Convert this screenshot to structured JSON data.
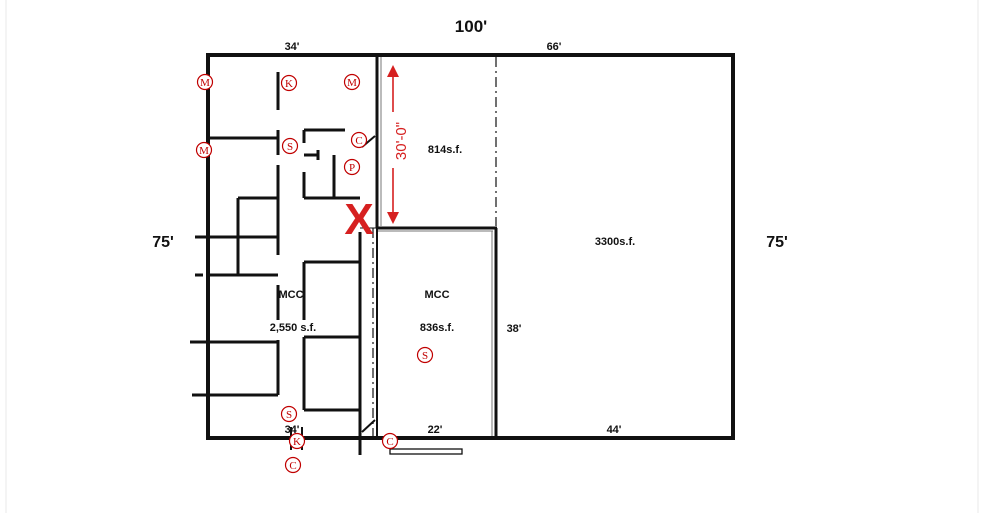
{
  "dimensions": {
    "overall_width": "100'",
    "overall_height": "75'",
    "top_left_width": "34'",
    "top_right_width": "66'",
    "bottom_left_width": "34'",
    "bottom_mid_width": "22'",
    "bottom_right_width": "44'",
    "mcc_depth": "38'",
    "vertical_arrow": "30'-0\""
  },
  "rooms": {
    "upper_middle": {
      "area": "814s.f."
    },
    "mcc_room": {
      "name": "MCC",
      "area": "836s.f."
    },
    "right_bay": {
      "area": "3300s.f."
    },
    "left_office": {
      "name": "MCC",
      "area": "2,550 s.f."
    }
  },
  "marker_x": "X",
  "symbols": [
    {
      "id": "m1",
      "letter": "M"
    },
    {
      "id": "m2",
      "letter": "M"
    },
    {
      "id": "m3",
      "letter": "M"
    },
    {
      "id": "k1",
      "letter": "K"
    },
    {
      "id": "k2",
      "letter": "K"
    },
    {
      "id": "s1",
      "letter": "S"
    },
    {
      "id": "s2",
      "letter": "S"
    },
    {
      "id": "s3",
      "letter": "S"
    },
    {
      "id": "c1",
      "letter": "C"
    },
    {
      "id": "c2",
      "letter": "C"
    },
    {
      "id": "c3",
      "letter": "C"
    },
    {
      "id": "p1",
      "letter": "P"
    }
  ],
  "colors": {
    "wall": "#111111",
    "annotation_red": "#d62020",
    "symbol_red": "#c00000"
  }
}
